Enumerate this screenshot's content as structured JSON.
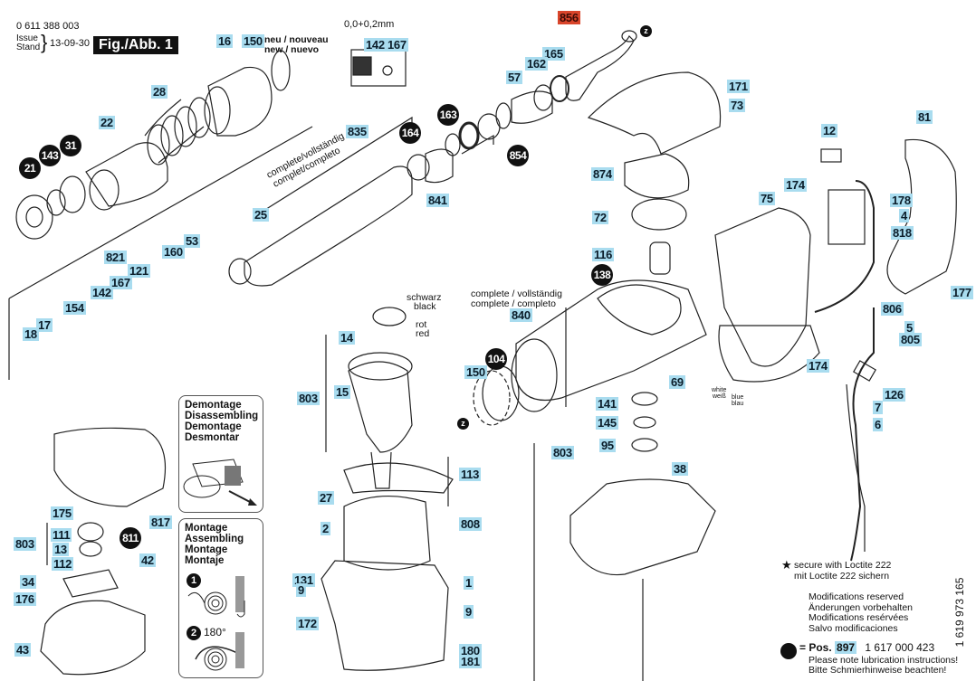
{
  "header": {
    "part_number": "0 611 388 003",
    "issue_label": "Issue",
    "stand_label": "Stand",
    "issue_date": "13-09-30",
    "figure_title": "Fig./Abb. 1"
  },
  "inset_tolerance": {
    "dimension": "0,0+0,2mm",
    "labels": [
      "142",
      "167"
    ]
  },
  "annotations": {
    "new_de_fr": "neu / nouveau",
    "new_en_es": "new / nuevo",
    "complete_835_line1": "complete/vollständig",
    "complete_835_line2": "complet/completo",
    "complete_840_line1": "complete / vollständig",
    "complete_840_line2": "complete / completo",
    "schwarz": "schwarz",
    "black": "black",
    "rot": "rot",
    "red": "red",
    "white": "white",
    "weiss": "weiß",
    "blue": "blue",
    "blau": "blau",
    "degrees": "180°"
  },
  "callouts": {
    "highlighted": "856",
    "z_marker": "z",
    "plain": [
      "16",
      "150",
      "28",
      "22",
      "142",
      "167",
      "835",
      "25",
      "841",
      "165",
      "162",
      "57",
      "171",
      "73",
      "12",
      "81",
      "874",
      "72",
      "116",
      "75",
      "174",
      "178",
      "4",
      "818",
      "177",
      "806",
      "5",
      "805",
      "174",
      "126",
      "7",
      "6",
      "821",
      "121",
      "160",
      "53",
      "154",
      "17",
      "18",
      "142",
      "167",
      "14",
      "15",
      "803",
      "840",
      "150",
      "141",
      "145",
      "95",
      "803",
      "69",
      "38",
      "113",
      "27",
      "2",
      "808",
      "131",
      "9",
      "1",
      "9",
      "172",
      "180",
      "181",
      "175",
      "111",
      "13",
      "112",
      "803",
      "817",
      "42",
      "34",
      "176",
      "43",
      "897"
    ],
    "lubrication_marked": [
      "21",
      "143",
      "31",
      "164",
      "163",
      "854",
      "138",
      "104",
      "811"
    ]
  },
  "panels": {
    "disassembly": [
      "Demontage",
      "Disassembling",
      "Demontage",
      "Desmontar"
    ],
    "assembly": [
      "Montage",
      "Assembling",
      "Montage",
      "Montaje"
    ],
    "step1": "1",
    "step2": "2"
  },
  "legend": {
    "loctite_line1": "secure with Loctite 222",
    "loctite_line2": "mit Loctite 222 sichern",
    "mods": [
      "Modifications reserved",
      "Änderungen vorbehalten",
      "Modifications resérvées",
      "Salvo modificaciones"
    ],
    "pos_label": "= Pos.",
    "pos_number": "897",
    "pos_part": "1 617 000 423",
    "lube_en": "Please note lubrication instructions!",
    "lube_de": "Bitte Schmierhinweise beachten!",
    "doc_number": "1 619 973 165"
  }
}
